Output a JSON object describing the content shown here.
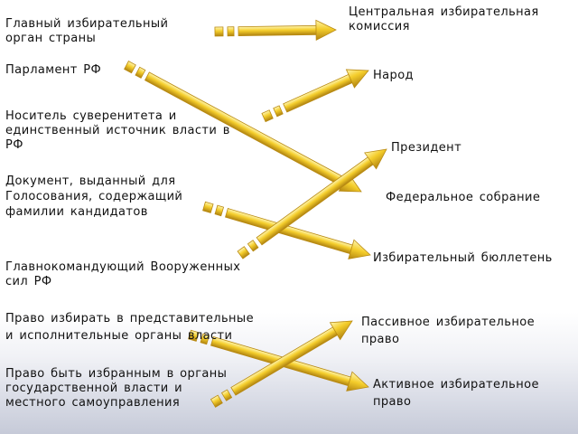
{
  "colors": {
    "arrow_light": "#fff2a0",
    "arrow_mid": "#f5cf2a",
    "arrow_dark": "#b98a12",
    "text": "#111111"
  },
  "left_terms": [
    {
      "id": "l1",
      "text": "Главный  избирательный\nорган  страны"
    },
    {
      "id": "l2",
      "text": "Парламент  РФ"
    },
    {
      "id": "l3",
      "text": "Носитель суверенитета  и\nединственный источник власти  в\nРФ"
    },
    {
      "id": "l4",
      "text": "Документ, выданный  для\nГолосования, содержащий\nфамилии  кандидатов"
    },
    {
      "id": "l5",
      "text": "Главнокомандующий  Вооруженных\nсил  РФ"
    },
    {
      "id": "l6",
      "text": "Право  избирать  в  представительные\nи исполнительные  органы  власти"
    },
    {
      "id": "l7",
      "text": "Право  быть  избранным  в  органы\nгосударственной  власти  и\nместного  самоуправления"
    }
  ],
  "right_terms": [
    {
      "id": "r1",
      "text": "Центральная  избирательная\nкомиссия"
    },
    {
      "id": "r2",
      "text": "Народ"
    },
    {
      "id": "r3",
      "text": "Президент"
    },
    {
      "id": "r4",
      "text": "Федеральное  собрание"
    },
    {
      "id": "r5",
      "text": "Избирательный  бюллетень"
    },
    {
      "id": "r6",
      "text": "Пассивное  избирательное\nправо"
    },
    {
      "id": "r7",
      "text": "Активное  избирательное\nправо"
    }
  ],
  "arrows": [
    {
      "from": "l1",
      "to": "r1"
    },
    {
      "from": "l2",
      "to": "r4"
    },
    {
      "from": "l3",
      "to": "r2"
    },
    {
      "from": "l4",
      "to": "r5"
    },
    {
      "from": "l5",
      "to": "r3"
    },
    {
      "from": "l6",
      "to": "r7"
    },
    {
      "from": "l7",
      "to": "r6"
    }
  ]
}
